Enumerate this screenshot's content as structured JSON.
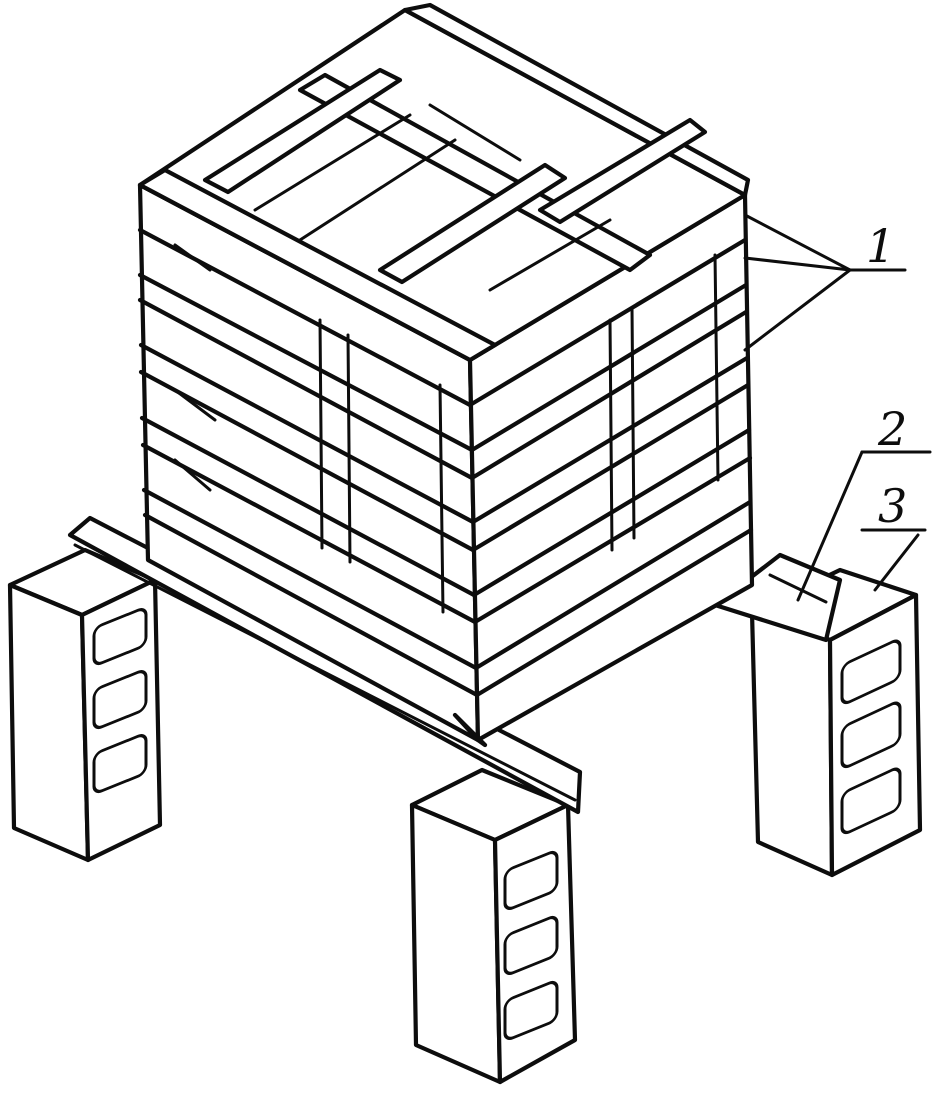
{
  "figure": {
    "background": "#ffffff",
    "ink": "#0d0d0d",
    "callouts": [
      {
        "id": "1",
        "label": "1"
      },
      {
        "id": "2",
        "label": "2"
      },
      {
        "id": "3",
        "label": "3"
      }
    ]
  }
}
